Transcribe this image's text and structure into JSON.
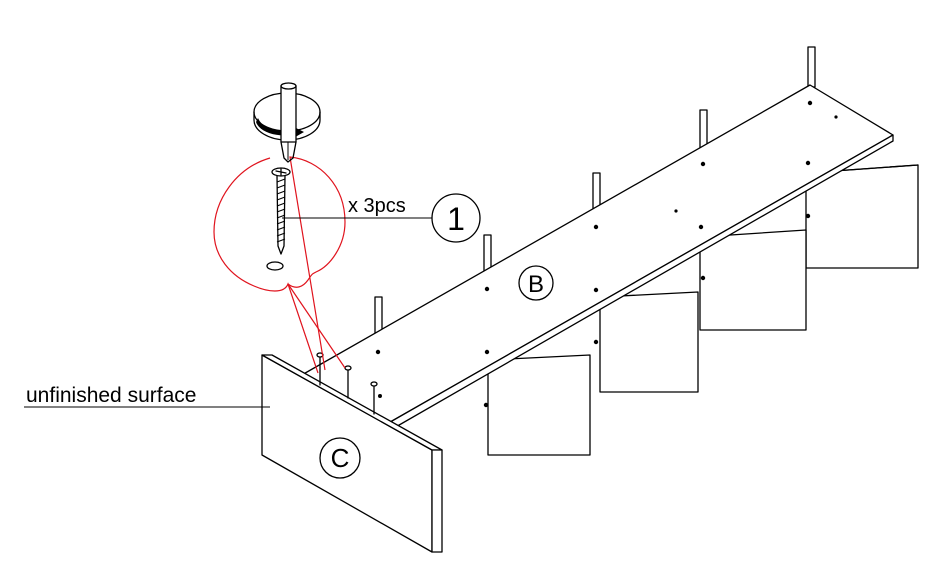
{
  "diagram": {
    "quantity_label": "x 3pcs",
    "step_number": "1",
    "part_b_label": "B",
    "part_c_label": "C",
    "surface_label": "unfinished surface",
    "colors": {
      "line": "#000000",
      "callout": "#e0141e",
      "background": "#ffffff"
    },
    "icons": [
      "screwdriver-icon",
      "rotation-arrow-icon",
      "screw-icon"
    ]
  }
}
